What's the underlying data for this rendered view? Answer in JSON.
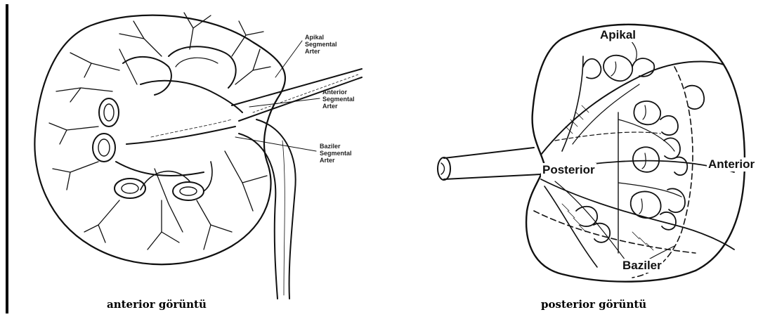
{
  "anterior_view": {
    "callouts": {
      "apical": [
        "Apikal",
        "Segmental",
        "Arter"
      ],
      "anterior": [
        "Anterior",
        "Segmental",
        "Arter"
      ],
      "basilar": [
        "Baziler",
        "Segmental",
        "Arter"
      ]
    },
    "caption": "anterior görüntü"
  },
  "posterior_view": {
    "labels": {
      "apical": "Apikal",
      "posterior": "Posterior",
      "anterior": "Anterior",
      "basilar": "Baziler"
    },
    "caption": "posterior görüntü"
  }
}
